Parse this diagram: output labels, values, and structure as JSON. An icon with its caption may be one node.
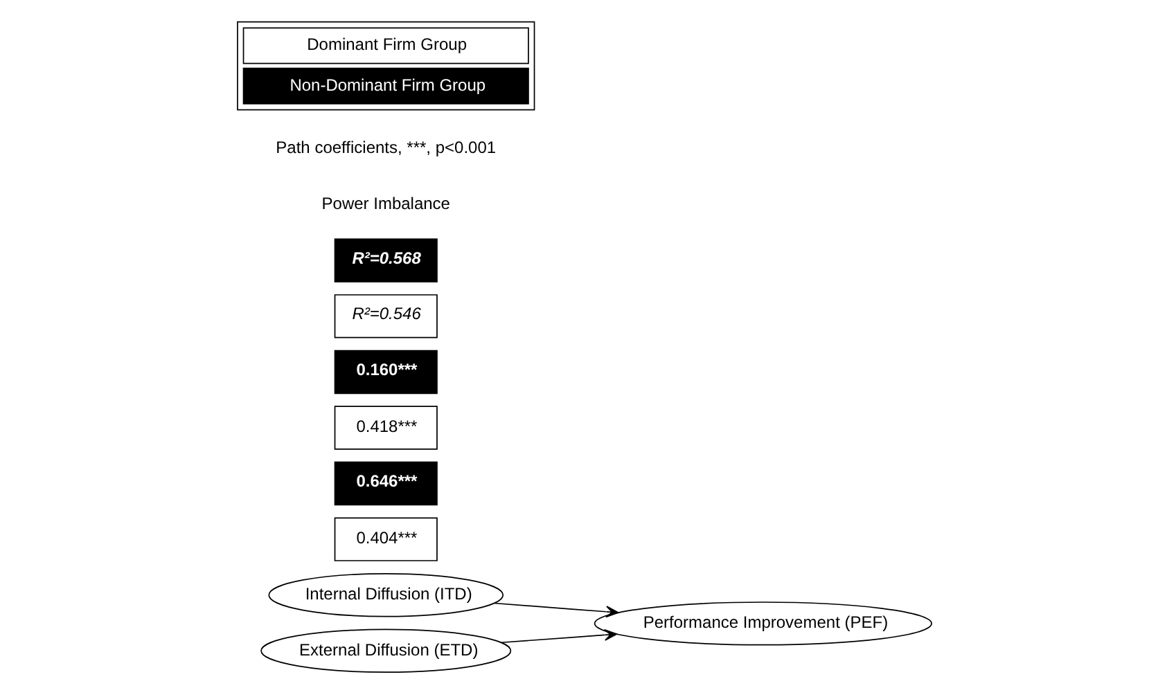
{
  "diagram": {
    "nodes": [
      {
        "text": [
          "Internal Diffusion (ITD)"
        ]
      },
      {
        "text": [
          "0.404***"
        ]
      },
      {
        "text": [
          "0.646***"
        ]
      },
      {
        "text": [
          "External Diffusion (ETD)"
        ]
      },
      {
        "text": [
          "0.418***"
        ]
      },
      {
        "text": [
          "0.160***"
        ]
      },
      {
        "text": [
          "Performance Improvement (PEF)"
        ]
      },
      {
        "text": [
          "R²=0.546"
        ]
      },
      {
        "text": [
          "R²=0.568"
        ]
      }
    ],
    "edges": [
      {
        "from": 0,
        "to": 6,
        "arrow": "to"
      },
      {
        "from": 3,
        "to": 6,
        "arrow": "to"
      }
    ],
    "labels": [
      "Power Imbalance",
      "Path coefficients, ***, p<0.001"
    ],
    "legend": [
      {
        "text": "Dominant Firm Group",
        "color": "#ffffff"
      },
      {
        "text": "Non-Dominant Firm Group",
        "color": "#000000"
      }
    ]
  }
}
